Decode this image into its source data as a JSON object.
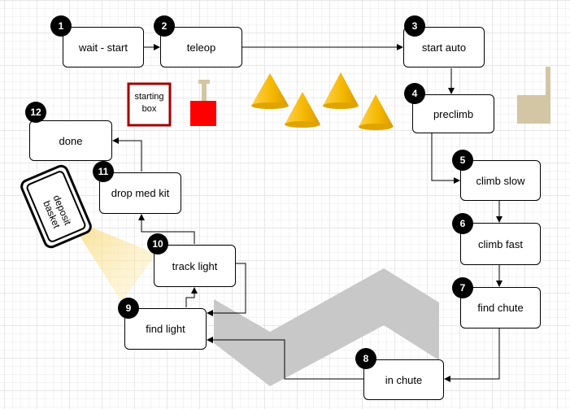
{
  "nodes": [
    {
      "id": "1",
      "label": "wait - start"
    },
    {
      "id": "2",
      "label": "teleop"
    },
    {
      "id": "3",
      "label": "start auto"
    },
    {
      "id": "4",
      "label": "preclimb"
    },
    {
      "id": "5",
      "label": "climb slow"
    },
    {
      "id": "6",
      "label": "climb fast"
    },
    {
      "id": "7",
      "label": "find chute"
    },
    {
      "id": "8",
      "label": "in chute"
    },
    {
      "id": "9",
      "label": "find light"
    },
    {
      "id": "10",
      "label": "track light"
    },
    {
      "id": "11",
      "label": "drop med kit"
    },
    {
      "id": "12",
      "label": "done"
    }
  ],
  "edges": [
    [
      "1",
      "2"
    ],
    [
      "2",
      "3"
    ],
    [
      "3",
      "4"
    ],
    [
      "4",
      "5"
    ],
    [
      "5",
      "6"
    ],
    [
      "6",
      "7"
    ],
    [
      "7",
      "8"
    ],
    [
      "8",
      "9"
    ],
    [
      "9",
      "10"
    ],
    [
      "10",
      "9"
    ],
    [
      "10",
      "11"
    ],
    [
      "11",
      "12"
    ]
  ],
  "decor": {
    "starting_box_label": "starting box",
    "deposit_basket_label": "deposit basket",
    "cone_color": "#f5b800",
    "start_box_color": "#a00000",
    "robot_color": "#ff0000",
    "ramp_color": "#c8c8c8",
    "light_color": "#f7d36a",
    "hook_color": "#d2c6a4"
  }
}
